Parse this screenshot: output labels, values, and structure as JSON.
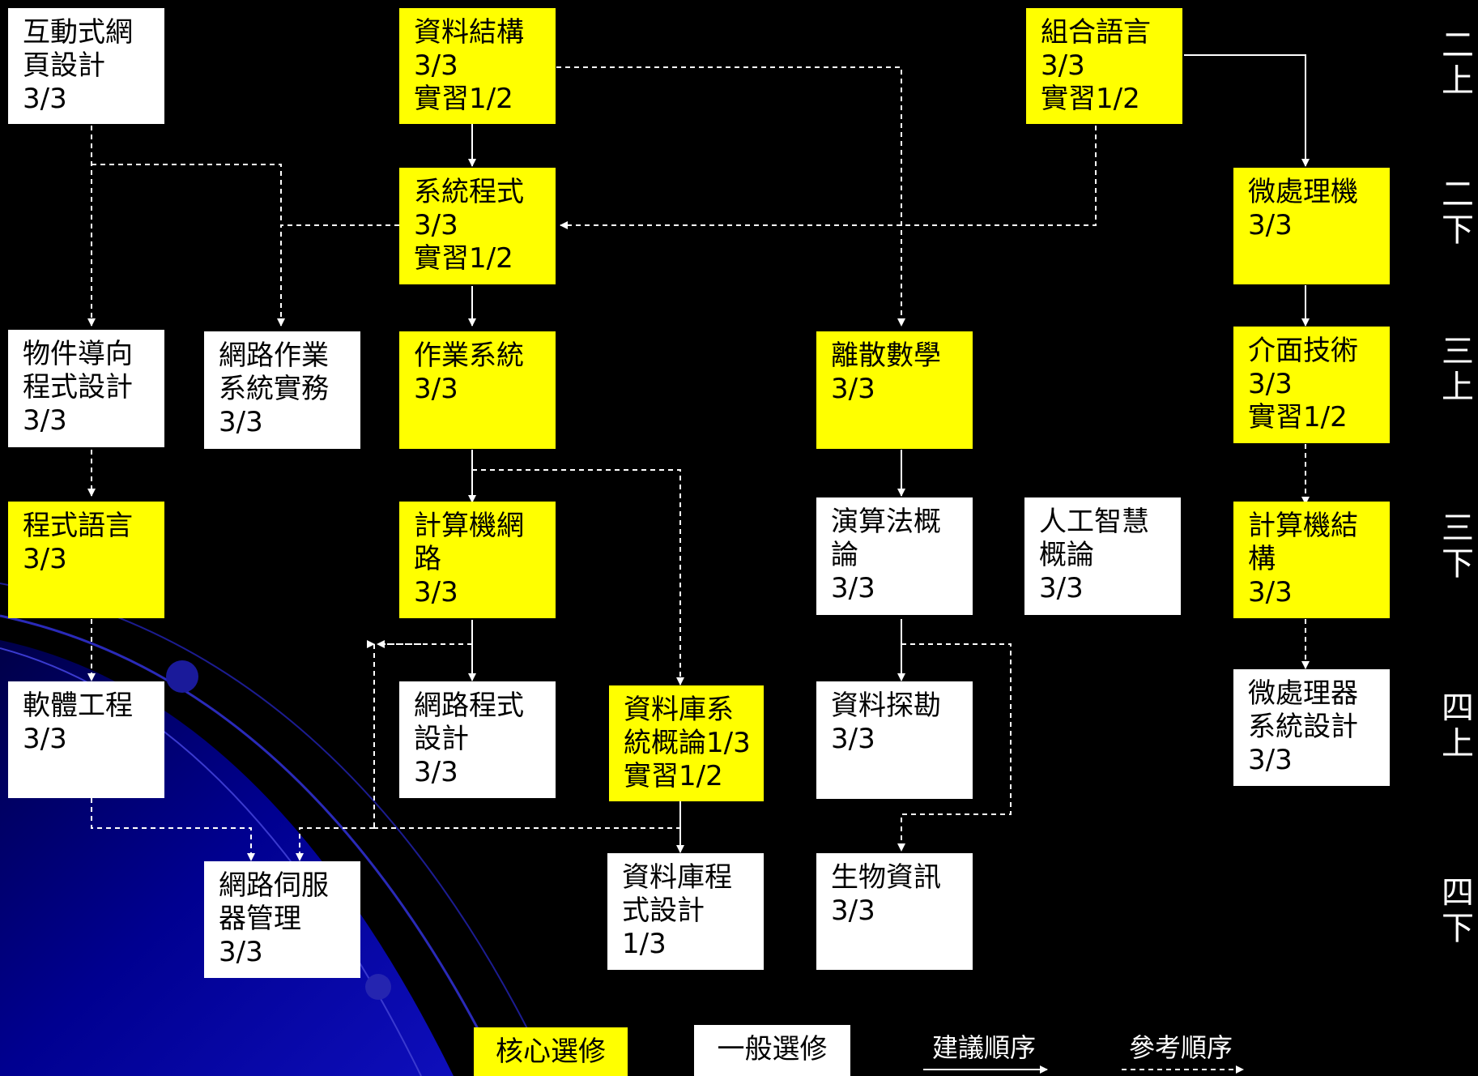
{
  "courses": [
    {
      "id": "interactive_web",
      "text": "互動式網\n頁設計\n3/3",
      "type": "general"
    },
    {
      "id": "data_structures",
      "text": "資料結構\n3/3\n實習1/2",
      "type": "core"
    },
    {
      "id": "assembly",
      "text": "組合語言\n3/3\n實習1/2",
      "type": "core"
    },
    {
      "id": "system_programming",
      "text": "系統程式\n3/3\n實習1/2",
      "type": "core"
    },
    {
      "id": "microprocessor",
      "text": "微處理機\n3/3",
      "type": "core"
    },
    {
      "id": "oop",
      "text": "物件導向\n程式設計\n3/3",
      "type": "general"
    },
    {
      "id": "network_os",
      "text": "網路作業\n系統實務\n3/3",
      "type": "general"
    },
    {
      "id": "operating_systems",
      "text": "作業系統\n3/3",
      "type": "core"
    },
    {
      "id": "discrete_math",
      "text": "離散數學\n3/3",
      "type": "core"
    },
    {
      "id": "interface_tech",
      "text": "介面技術\n3/3\n實習1/2",
      "type": "core"
    },
    {
      "id": "programming_languages",
      "text": "程式語言\n3/3",
      "type": "core"
    },
    {
      "id": "computer_networks",
      "text": "計算機網\n路\n3/3",
      "type": "core"
    },
    {
      "id": "algorithms",
      "text": "演算法概\n論\n3/3",
      "type": "general"
    },
    {
      "id": "ai",
      "text": "人工智慧\n概論\n3/3",
      "type": "general"
    },
    {
      "id": "computer_architecture",
      "text": "計算機結\n構\n3/3",
      "type": "core"
    },
    {
      "id": "software_engineering",
      "text": "軟體工程\n3/3",
      "type": "general"
    },
    {
      "id": "network_programming",
      "text": "網路程式\n設計\n3/3",
      "type": "general"
    },
    {
      "id": "database_systems",
      "text": "資料庫系\n統概論1/3\n實習1/2",
      "type": "core"
    },
    {
      "id": "data_mining",
      "text": "資料探勘\n3/3",
      "type": "general"
    },
    {
      "id": "microprocessor_design",
      "text": "微處理器\n系統設計\n3/3",
      "type": "general"
    },
    {
      "id": "web_server_admin",
      "text": "網路伺服\n器管理\n3/3",
      "type": "general"
    },
    {
      "id": "database_programming",
      "text": "資料庫程\n式設計\n1/3",
      "type": "general"
    },
    {
      "id": "bioinformatics",
      "text": "生物資訊\n3/3",
      "type": "general"
    }
  ],
  "semesters": [
    {
      "line1": "二",
      "line2": "上"
    },
    {
      "line1": "二",
      "line2": "下"
    },
    {
      "line1": "三",
      "line2": "上"
    },
    {
      "line1": "三",
      "line2": "下"
    },
    {
      "line1": "四",
      "line2": "上"
    },
    {
      "line1": "四",
      "line2": "下"
    }
  ],
  "legend": {
    "core_label": "核心選修",
    "general_label": "一般選修",
    "suggested_label": "建議順序",
    "reference_label": "參考順序"
  },
  "colors": {
    "background": "#000000",
    "core": "#ffff00",
    "general": "#ffffff",
    "arrow": "#ffffff",
    "decoration": "#1a1aa0"
  }
}
